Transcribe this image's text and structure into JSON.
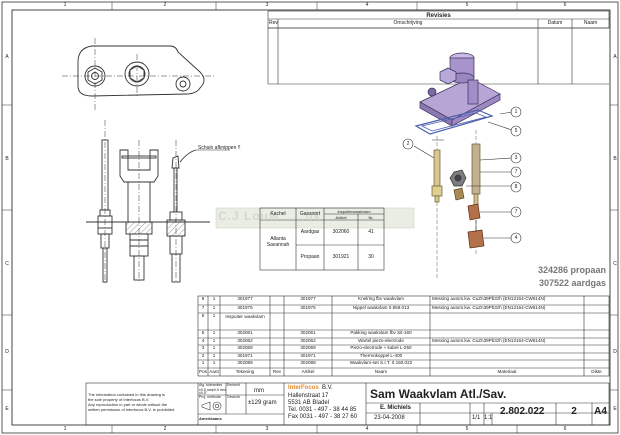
{
  "frame": {
    "cols": [
      "1",
      "2",
      "3",
      "4",
      "5",
      "6"
    ],
    "rows": [
      "A",
      "B",
      "C",
      "D",
      "E"
    ]
  },
  "revisions": {
    "title": "Revisies",
    "headers": [
      "Rev",
      "Omschrijving",
      "Datum",
      "Naam"
    ]
  },
  "callouts": [
    "1",
    "5",
    "2",
    "3",
    "7",
    "8",
    "7",
    "4"
  ],
  "cut_note": "Schuin afknippen !!",
  "watermark": "C.J Louw ... .uk",
  "gas_table": {
    "col_kachel": "Kachel",
    "col_gassoort": "Gassoort",
    "col_group": "Inspuiterwaakvlam",
    "col_artikel": "Artikel",
    "col_nr": "Nr.",
    "kachel": "Atlanta Savannah",
    "rows": [
      {
        "gas": "Aardgas",
        "artikel": "302060",
        "nr": "41"
      },
      {
        "gas": "Propaan",
        "artikel": "301921",
        "nr": "30"
      }
    ]
  },
  "variants": [
    "324286 propaan",
    "307522 aardgas"
  ],
  "bom": {
    "headers": {
      "pos": "Pos",
      "aant": "Aant",
      "tekening": "Tekening",
      "rev": "Rev",
      "artikel": "Artikel",
      "naam": "Naam",
      "materiaal": "Materiaal",
      "dikte": "Dikte"
    },
    "rows": [
      {
        "pos": "8",
        "aant": "1",
        "tek": "301977",
        "art": "301977",
        "naam": "Knelring fbv waakvlam",
        "mat": "Messing autom.kw. CuZn39Pb3zh (EN12164-CW614N)"
      },
      {
        "pos": "7",
        "aant": "1",
        "tek": "301976",
        "art": "301976",
        "naam": "Nippel waakvlam 0.958.013",
        "mat": "Messing autom.kw. CuZn39Pb3zh (EN12164-CW614N)"
      },
      {
        "pos": "6",
        "aant": "1",
        "tek": "Inspuiter waakvlam",
        "art": "",
        "naam": "",
        "mat": ""
      },
      {
        "pos": "5",
        "aant": "1",
        "tek": "302061",
        "art": "302061",
        "naam": "Pakking waakvlam fbv Sit-160",
        "mat": ""
      },
      {
        "pos": "4",
        "aant": "1",
        "tek": "302062",
        "art": "302062",
        "naam": "Wartel piezo-electrode",
        "mat": "Messing autom.kw. CuZn39Pb3zh (EN12164-CW614N)"
      },
      {
        "pos": "3",
        "aant": "1",
        "tek": "302069",
        "art": "302069",
        "naam": "Piezo-electrode + kabel L-250",
        "mat": ""
      },
      {
        "pos": "2",
        "aant": "1",
        "tek": "301971",
        "art": "301971",
        "naam": "Thermokoppel L-400",
        "mat": ""
      },
      {
        "pos": "1",
        "aant": "1",
        "tek": "302089",
        "art": "302089",
        "naam": "Waakvlam-set S.I.T. 0.160.022",
        "mat": ""
      }
    ]
  },
  "titleblock": {
    "legal": [
      "The information contained in this drawing is",
      "the sole property of Interfocos B.V.",
      "Any reproduction in part or whole without the",
      "written permission of Interfocos B.V. is prohibited"
    ],
    "proj_label": "Proj. methode",
    "proj_value": "Amerikaans",
    "lbl_small": "Alg. toleranties",
    "tol": [
      "±0.5 mm",
      "±0.5 mm",
      "±0.5°"
    ],
    "lbl_unit": "Eenheid",
    "unit": "mm",
    "lbl_weight": "Gewicht",
    "weight": "±129 gram",
    "company_logo": "InterFocos",
    "company_name": "B.V.",
    "address": [
      "Hallenstraat 17",
      "5531 AB Bladel",
      "Tel. 0031 - 497 - 38 44 85",
      "Fax 0031 - 497 - 38 27 60"
    ],
    "title": "Sam Waakvlam Atl./Sav.",
    "drawn_by": "E. Michiels",
    "date": "23-04-2008",
    "sheet": "1/1",
    "scale": "1:1",
    "number": "2.802.022",
    "revision": "2",
    "format": "A4"
  }
}
